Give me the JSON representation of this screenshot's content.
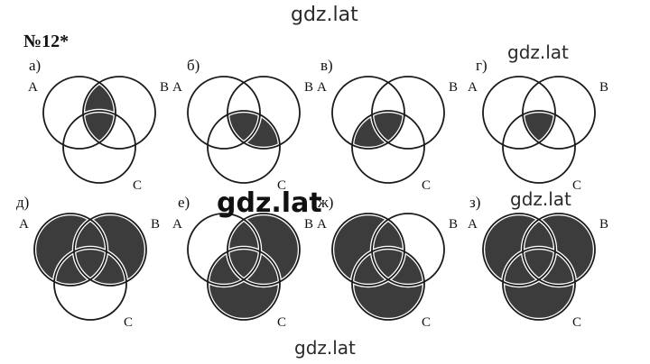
{
  "watermarks": {
    "top": "gdz.lat",
    "top_right": "gdz.lat",
    "middle_big": "gdz.lat",
    "middle_right": "gdz.lat",
    "bottom": "gdz.lat"
  },
  "problem_number": "№12*",
  "set_labels": {
    "a": "A",
    "b": "B",
    "c": "C"
  },
  "colors": {
    "fill": "#3c3c3c",
    "stroke": "#1a1a1a",
    "background": "#ffffff"
  },
  "diagrams": [
    {
      "label": "а)",
      "regions": [
        "AB",
        "ABC"
      ]
    },
    {
      "label": "б)",
      "regions": [
        "BC",
        "ABC"
      ]
    },
    {
      "label": "в)",
      "regions": [
        "AC",
        "ABC"
      ]
    },
    {
      "label": "г)",
      "regions": [
        "ABC"
      ]
    },
    {
      "label": "д)",
      "regions": [
        "A",
        "B",
        "AB",
        "AC",
        "BC",
        "ABC"
      ]
    },
    {
      "label": "е)",
      "regions": [
        "B",
        "C",
        "AB",
        "AC",
        "BC",
        "ABC"
      ]
    },
    {
      "label": "ж)",
      "regions": [
        "A",
        "C",
        "AB",
        "AC",
        "BC",
        "ABC"
      ]
    },
    {
      "label": "з)",
      "regions": [
        "A",
        "B",
        "C",
        "AB",
        "AC",
        "BC",
        "ABC"
      ]
    }
  ]
}
